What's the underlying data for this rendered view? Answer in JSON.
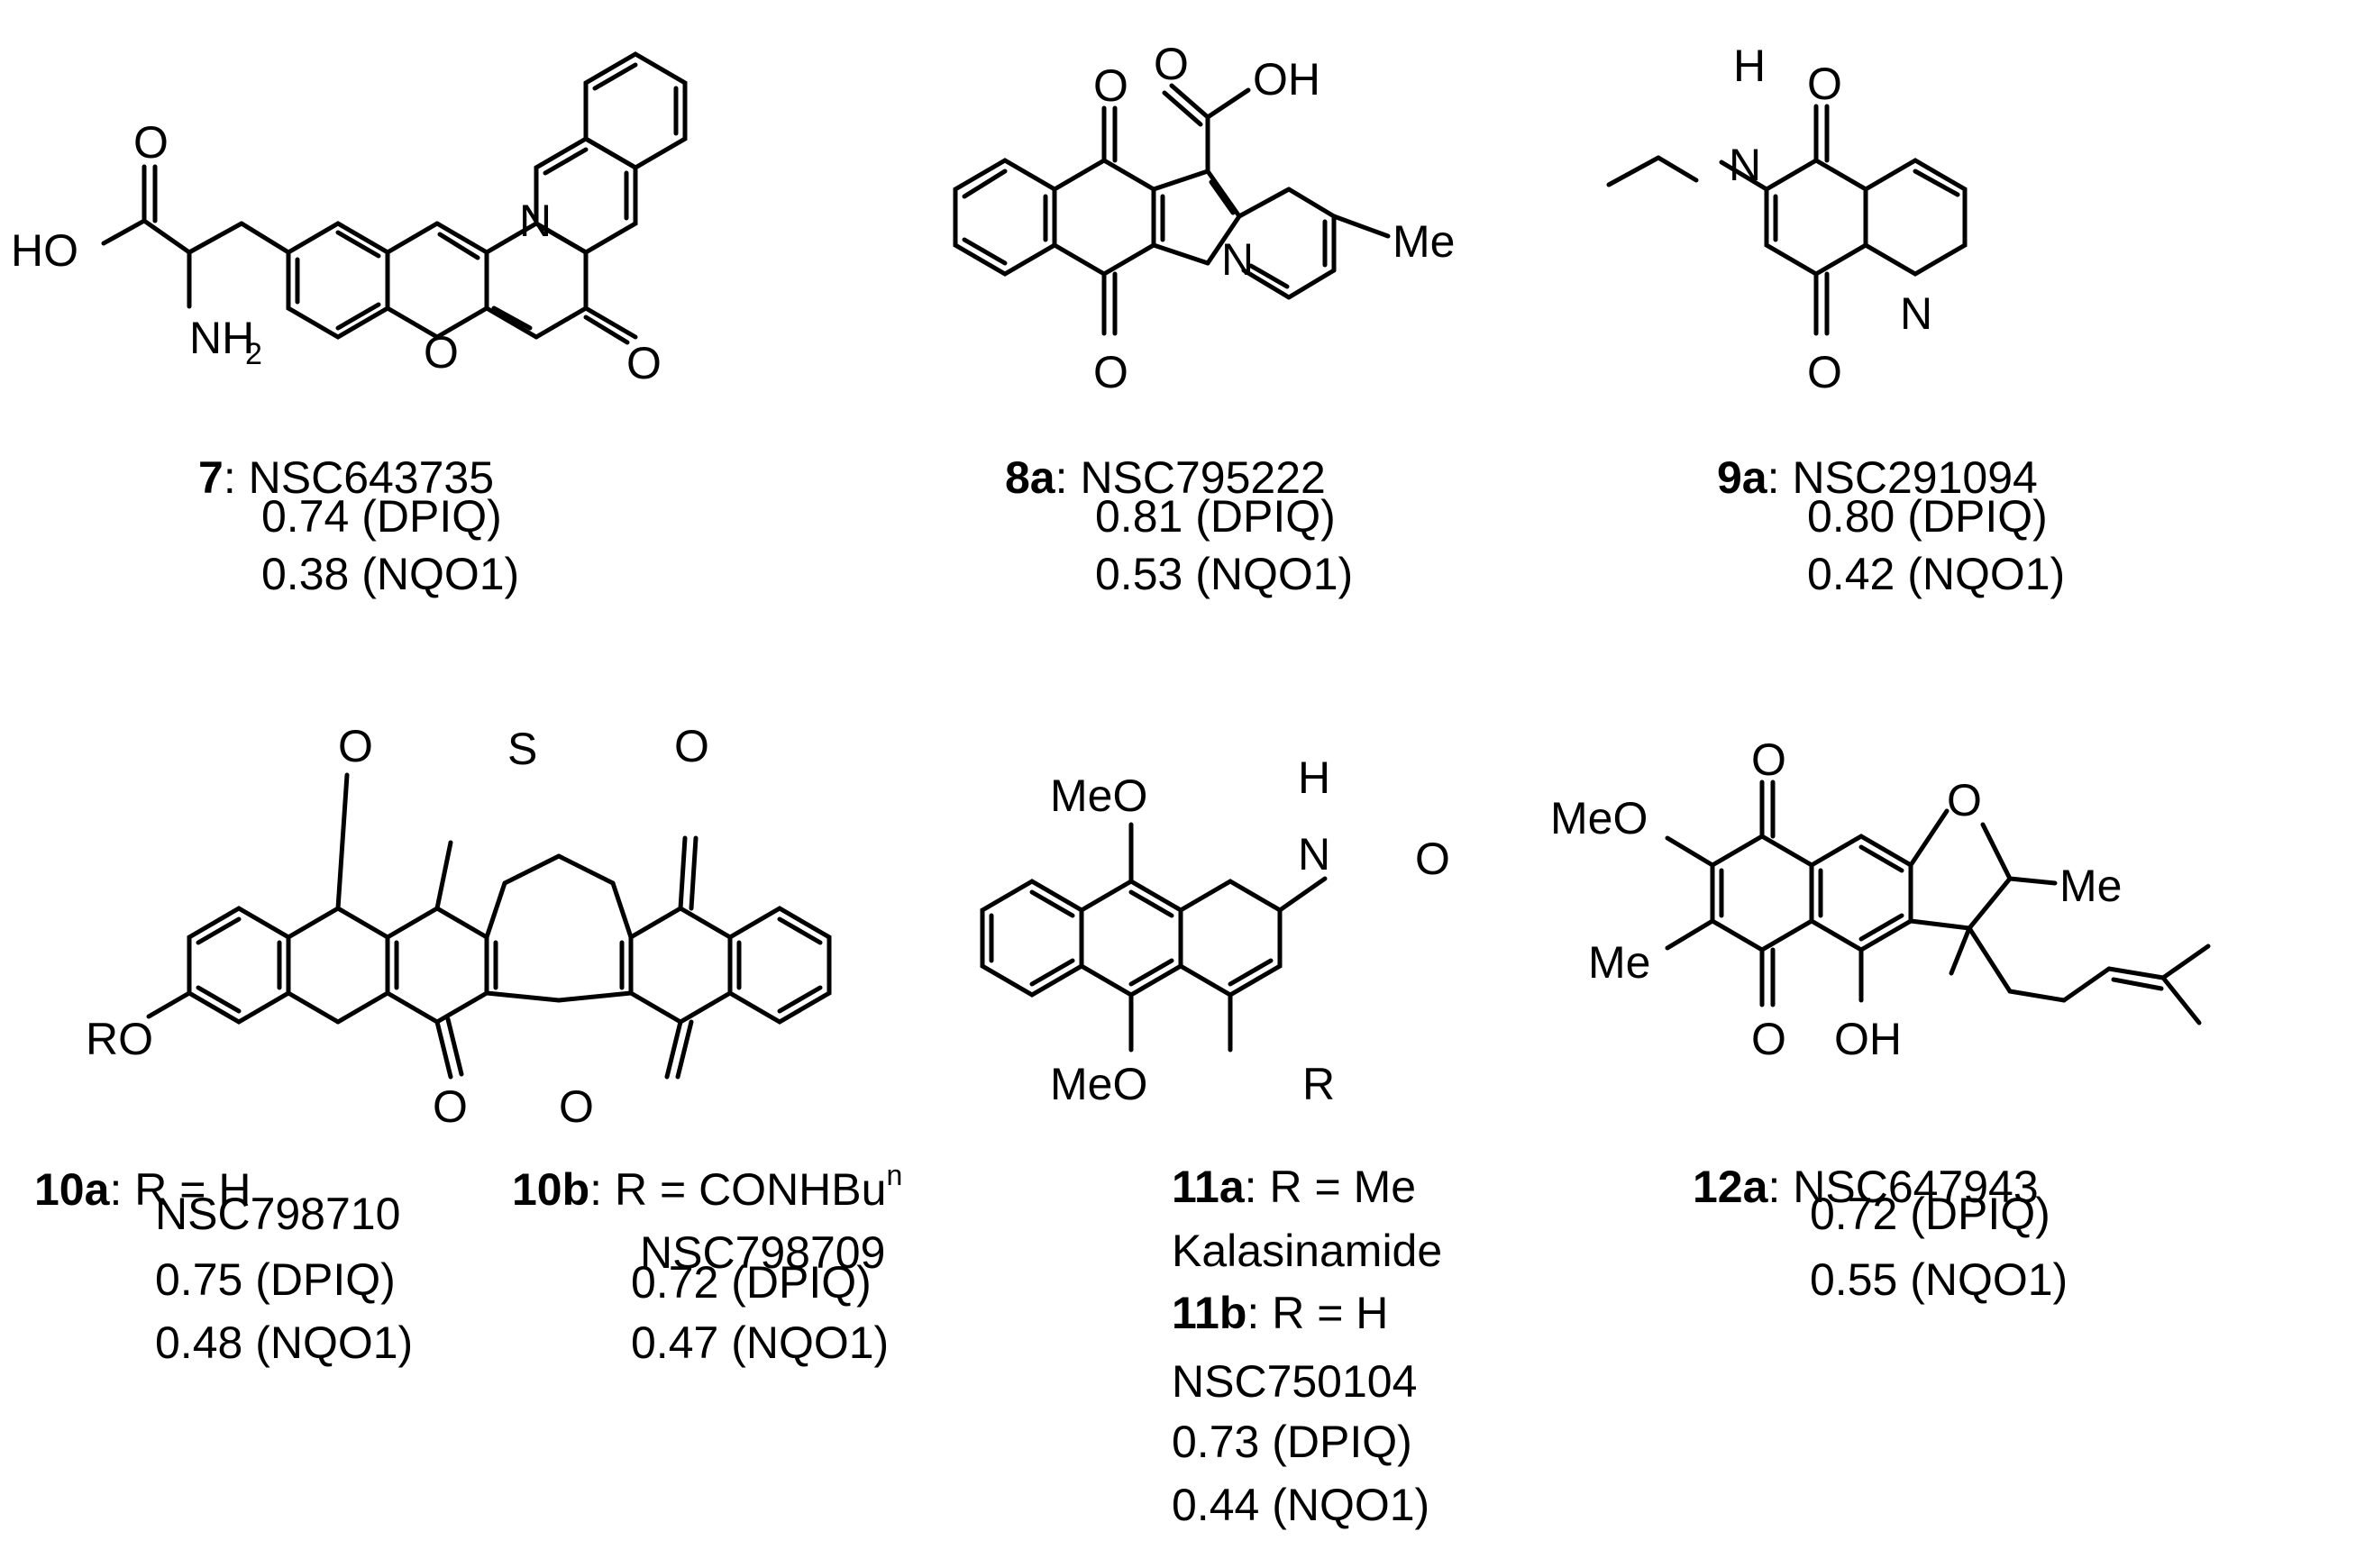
{
  "compounds": [
    {
      "id": "7",
      "name": "NSC643735",
      "dpiq": "0.74 (DPIQ)",
      "nqo1": "0.38 (NQO1)"
    },
    {
      "id": "8a",
      "name": "NSC795222",
      "dpiq": "0.81 (DPIQ)",
      "nqo1": "0.53 (NQO1)"
    },
    {
      "id": "9a",
      "name": "NSC291094",
      "dpiq": "0.80 (DPIQ)",
      "nqo1": "0.42 (NQO1)"
    },
    {
      "id": "10a",
      "r_group": "R = H",
      "name": "NSC798710",
      "dpiq": "0.75 (DPIQ)",
      "nqo1": "0.48 (NQO1)"
    },
    {
      "id": "10b",
      "r_group": "R = CONHBu",
      "r_sup": "n",
      "name": "NSC798709",
      "dpiq": "0.72 (DPIQ)",
      "nqo1": "0.47 (NQO1)"
    },
    {
      "id": "11a",
      "r_group": "R = Me",
      "name": "Kalasinamide"
    },
    {
      "id": "11b",
      "r_group": "R = H",
      "name": "NSC750104",
      "dpiq": "0.73 (DPIQ)",
      "nqo1": "0.44 (NQO1)"
    },
    {
      "id": "12a",
      "name": "NSC647943",
      "dpiq": "0.72 (DPIQ)",
      "nqo1": "0.55 (NQO1)"
    }
  ],
  "colon": ":",
  "atoms": {
    "O": "O",
    "N": "N",
    "S": "S",
    "H": "H",
    "HO": "HO",
    "OH": "OH",
    "NH2": "NH",
    "sub2": "2",
    "Me": "Me",
    "MeO": "MeO",
    "RO": "RO",
    "R": "R"
  }
}
